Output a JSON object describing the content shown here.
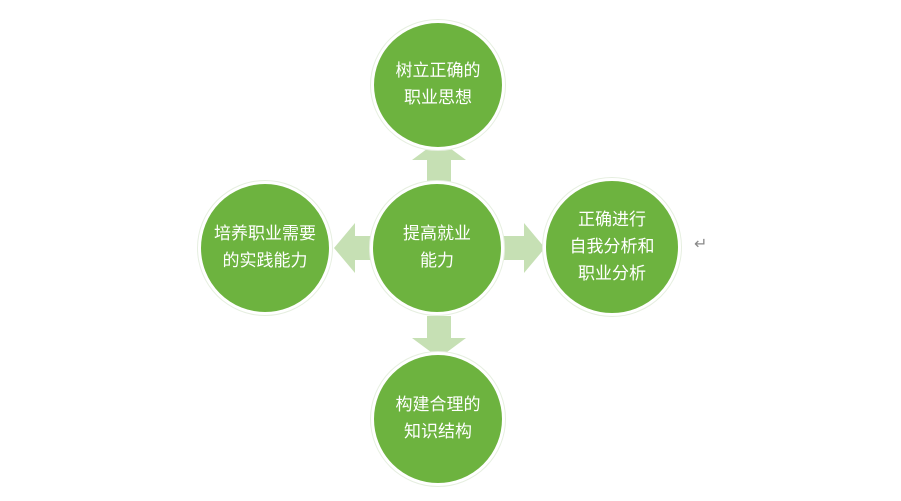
{
  "diagram": {
    "center": {
      "label": "提高就业\n能力"
    },
    "top": {
      "label": "树立正确的\n职业思想"
    },
    "right": {
      "label": "正确进行\n自我分析和\n职业分析"
    },
    "bottom": {
      "label": "构建合理的\n知识结构"
    },
    "left": {
      "label": "培养职业需要\n的实践能力"
    }
  },
  "colors": {
    "node_fill": "#6db33f",
    "arrow_fill": "#c6e0b4",
    "border": "#ffffff"
  },
  "editor": {
    "paragraph_mark": "↵"
  }
}
